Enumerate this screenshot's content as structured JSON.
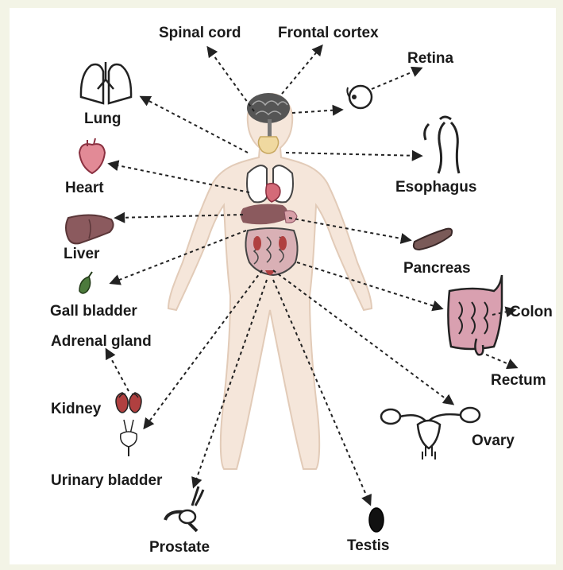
{
  "colors": {
    "background": "#f3f4e6",
    "body_fill": "#f5e6da",
    "organ_red": "#c9737c",
    "organ_brown": "#8b5a5e",
    "organ_dark": "#222222",
    "arrow": "#222222"
  },
  "labels": {
    "spinal_cord": "Spinal cord",
    "frontal_cortex": "Frontal cortex",
    "retina": "Retina",
    "lung": "Lung",
    "heart": "Heart",
    "esophagus": "Esophagus",
    "liver": "Liver",
    "pancreas": "Pancreas",
    "gall_bladder": "Gall bladder",
    "colon": "Colon",
    "adrenal_gland": "Adrenal gland",
    "rectum": "Rectum",
    "kidney": "Kidney",
    "ovary": "Ovary",
    "urinary_bladder": "Urinary bladder",
    "prostate": "Prostate",
    "testis": "Testis"
  }
}
